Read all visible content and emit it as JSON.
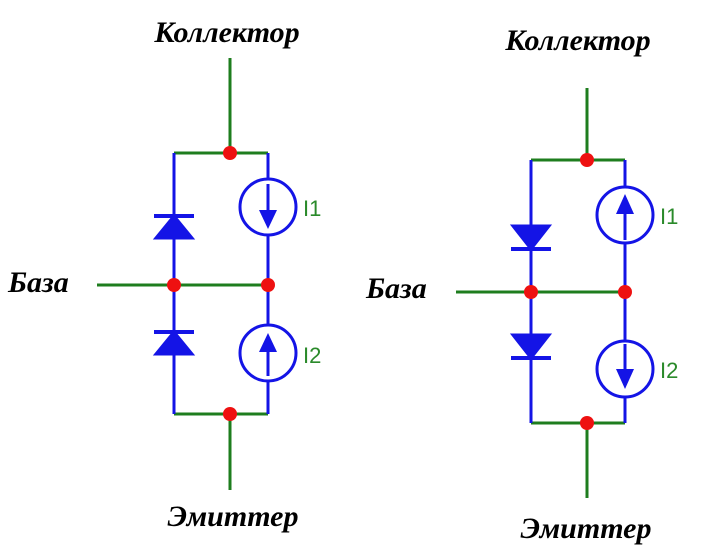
{
  "colors": {
    "wire_green": "#1e7d1e",
    "element_blue": "#1414e6",
    "node_red": "#ee1111",
    "source_label_green": "#2a8a2a"
  },
  "left_circuit": {
    "collector_label": "Коллектор",
    "base_label": "База",
    "emitter_label": "Эмиттер",
    "source_top_label": "I1",
    "source_bottom_label": "I2",
    "source_top_arrow": "down",
    "source_bottom_arrow": "up"
  },
  "right_circuit": {
    "collector_label": "Коллектор",
    "base_label": "База",
    "emitter_label": "Эмиттер",
    "source_top_label": "I1",
    "source_bottom_label": "I2",
    "source_top_arrow": "up",
    "source_bottom_arrow": "down"
  }
}
